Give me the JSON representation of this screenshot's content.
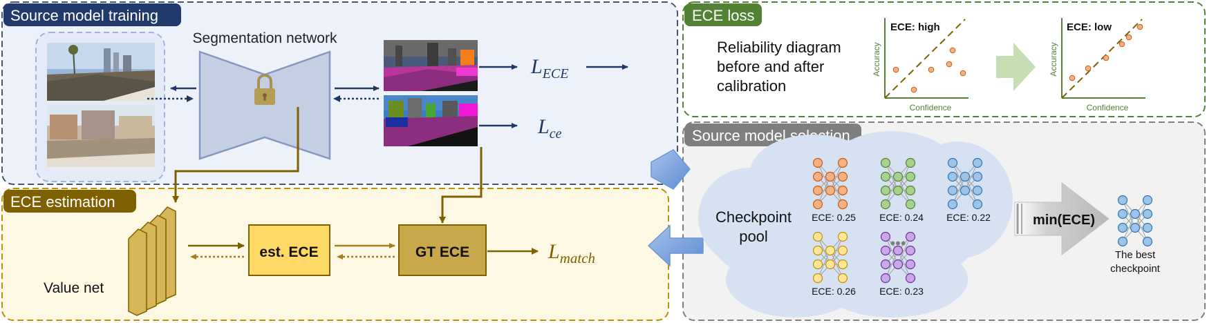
{
  "sections": {
    "training": "Source model training",
    "ece_loss": "ECE loss",
    "estimation": "ECE estimation",
    "selection": "Source model selection"
  },
  "training": {
    "network_label": "Segmentation network",
    "loss_ece_main": "L",
    "loss_ece_sub": "ECE",
    "loss_ce_main": "L",
    "loss_ce_sub": "ce"
  },
  "ece_loss": {
    "desc_line1": "Reliability diagram",
    "desc_line2": "before and after",
    "desc_line3": "calibration",
    "before_label": "ECE: high",
    "after_label": "ECE: low",
    "axis_x": "Confidence",
    "axis_y": "Accuracy"
  },
  "estimation": {
    "value_net_label": "Value net",
    "est_box": "est. ECE",
    "gt_box": "GT ECE",
    "loss_match_main": "L",
    "loss_match_sub": "match"
  },
  "selection": {
    "pool_line1": "Checkpoint",
    "pool_line2": "pool",
    "checkpoints": [
      {
        "label": "ECE: 0.25",
        "color": "#f4b183"
      },
      {
        "label": "ECE: 0.24",
        "color": "#a9d18e"
      },
      {
        "label": "ECE: 0.22",
        "color": "#9dc3e6"
      },
      {
        "label": "ECE: 0.26",
        "color": "#ffe699"
      },
      {
        "label": "ECE: 0.23",
        "color": "#c9a8e6"
      }
    ],
    "ellipsis": "•••",
    "min_label": "min(ECE)",
    "best_line1": "The best",
    "best_line2": "checkpoint"
  },
  "colors": {
    "training_bg": "#edf2fa",
    "training_header": "#223a6b",
    "ece_loss_header": "#548235",
    "estimation_bg": "#fdf8e4",
    "estimation_header": "#7f6000",
    "selection_bg": "#f2f2f2",
    "selection_header": "#7f7f7f",
    "arrow_brown": "#7f6000",
    "arrow_navy": "#1f3864"
  }
}
